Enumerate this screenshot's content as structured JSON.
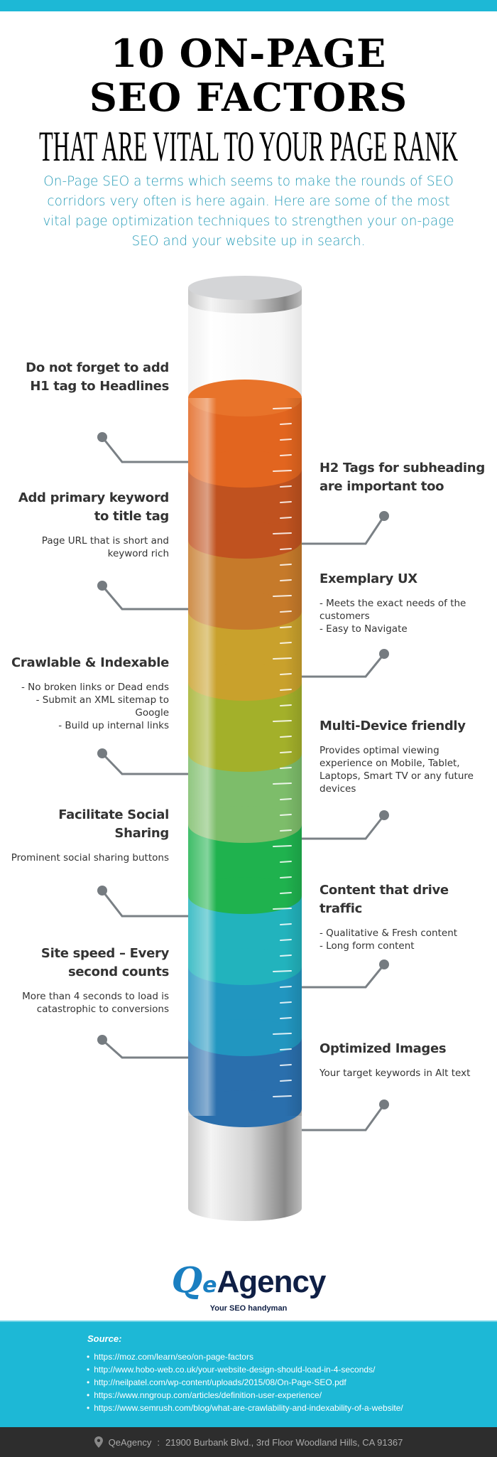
{
  "header": {
    "title_line1": "10 ON-PAGE",
    "title_line2": "SEO FACTORS",
    "title_line3": "THAT ARE VITAL TO YOUR PAGE RANK",
    "intro": "On-Page SEO a terms which seems to make the rounds of SEO corridors very often is here again. Here are some of the most vital page optimization techniques to strengthen your on-page SEO and your website up in search."
  },
  "colors": {
    "accent": "#1db8d6",
    "intro_text": "#2a9db8",
    "footer": "#2d2d2d",
    "tube_layers": [
      "#e2651f",
      "#c0521f",
      "#c67a2a",
      "#c9a12c",
      "#a3b02a",
      "#7dbd6a",
      "#1fb24e",
      "#22b3bd",
      "#2196c0",
      "#2a6fad"
    ]
  },
  "factors_left": [
    {
      "title": "Do not forget to add H1 tag to Headlines",
      "desc": []
    },
    {
      "title": "Add primary keyword to title tag",
      "desc": [
        "Page URL that is short and keyword rich"
      ]
    },
    {
      "title": "Crawlable & Indexable",
      "desc": [
        "- No broken links or Dead ends",
        "- Submit an XML sitemap to Google",
        "- Build up internal links"
      ]
    },
    {
      "title": "Facilitate Social Sharing",
      "desc": [
        "Prominent social sharing buttons"
      ]
    },
    {
      "title": "Site speed – Every second counts",
      "desc": [
        "More than 4 seconds to load is catastrophic to conversions"
      ]
    }
  ],
  "factors_right": [
    {
      "title": "H2 Tags for subheading are important too",
      "desc": []
    },
    {
      "title": "Exemplary UX",
      "desc": [
        "- Meets the exact needs of the customers",
        "- Easy to Navigate"
      ]
    },
    {
      "title": "Multi-Device friendly",
      "desc": [
        "Provides optimal viewing experience on Mobile, Tablet, Laptops, Smart TV or any future devices"
      ]
    },
    {
      "title": "Content that drive traffic",
      "desc": [
        "- Qualitative & Fresh content",
        "- Long form content"
      ]
    },
    {
      "title": "Optimized Images",
      "desc": [
        "Your target keywords in Alt text"
      ]
    }
  ],
  "logo": {
    "q": "Q",
    "e": "e",
    "agency": "Agency",
    "tagline": "Your SEO handyman"
  },
  "sources": {
    "heading": "Source:",
    "links": [
      "https://moz.com/learn/seo/on-page-factors",
      "http://www.hobo-web.co.uk/your-website-design-should-load-in-4-seconds/",
      "http://neilpatel.com/wp-content/uploads/2015/08/On-Page-SEO.pdf",
      "https://www.nngroup.com/articles/definition-user-experience/",
      "https://www.semrush.com/blog/what-are-crawlability-and-indexability-of-a-website/"
    ]
  },
  "footer": {
    "icon": "location-pin-icon",
    "company": "QeAgency",
    "separator": ":",
    "address": "21900 Burbank Blvd., 3rd Floor Woodland Hills, CA 91367"
  }
}
